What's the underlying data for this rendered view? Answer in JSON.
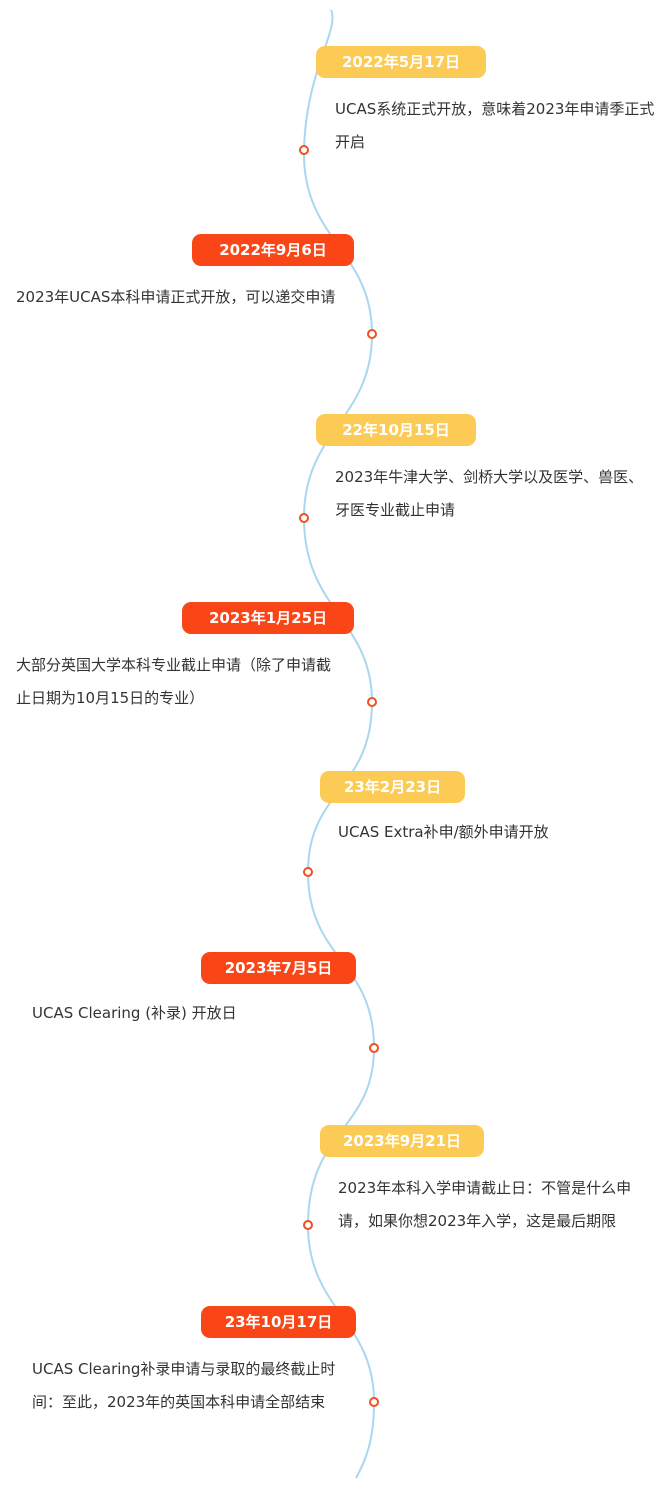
{
  "timeline": {
    "events": [
      {
        "date": "2022年5月17日",
        "description": "UCAS系统正式开放，意味着2023年申请季正式开启",
        "badge_color": "#fccb56"
      },
      {
        "date": "2022年9月6日",
        "description": "2023年UCAS本科申请正式开放，可以递交申请",
        "badge_color": "#fa4617"
      },
      {
        "date": "22年10月15日",
        "description": "2023年牛津大学、剑桥大学以及医学、兽医、牙医专业截止申请",
        "badge_color": "#fccb56"
      },
      {
        "date": "2023年1月25日",
        "description": "大部分英国大学本科专业截止申请（除了申请截止日期为10月15日的专业）",
        "badge_color": "#fa4617"
      },
      {
        "date": "23年2月23日",
        "description": "UCAS Extra补申/额外申请开放",
        "badge_color": "#fccb56"
      },
      {
        "date": "2023年7月5日",
        "description": "UCAS Clearing (补录) 开放日",
        "badge_color": "#fa4617"
      },
      {
        "date": "2023年9月21日",
        "description": "2023年本科入学申请截止日：不管是什么申请，如果你想2023年入学，这是最后期限",
        "badge_color": "#fccb56"
      },
      {
        "date": "23年10月17日",
        "description": "UCAS Clearing补录申请与录取的最终截止时间：至此，2023年的英国本科申请全部结束",
        "badge_color": "#fa4617"
      }
    ],
    "line_color": "#a8d8f0",
    "marker_color": "#f04e23"
  }
}
